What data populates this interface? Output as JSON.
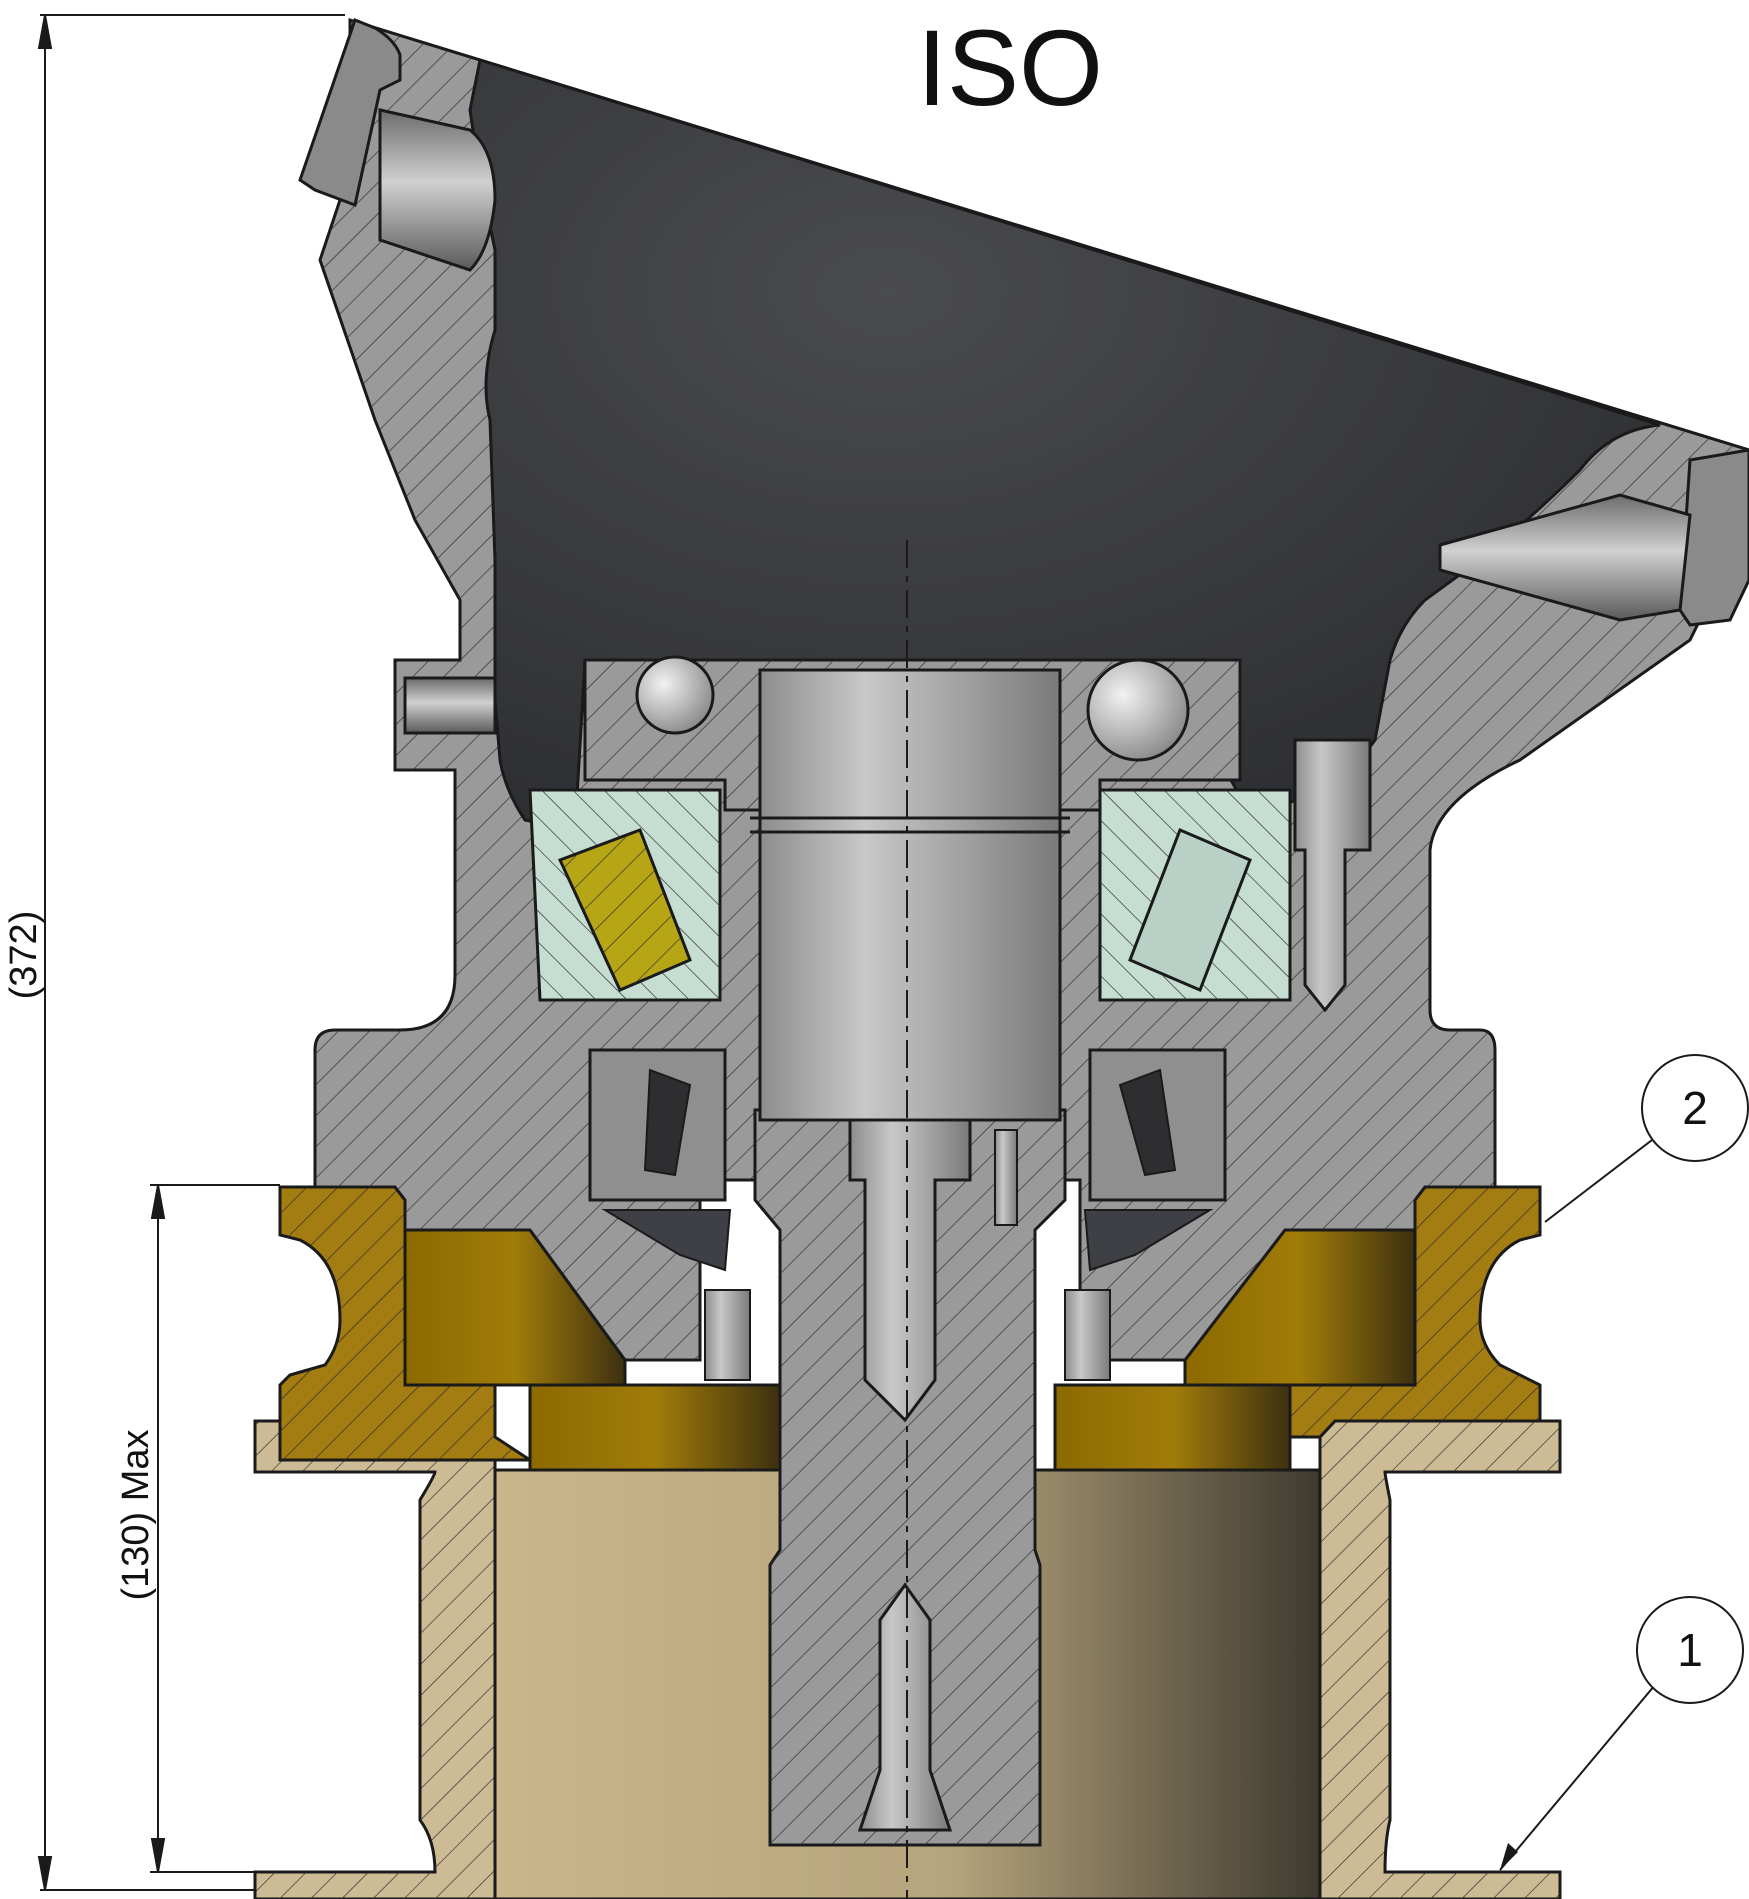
{
  "title": "ISO",
  "dimensions": {
    "overall_height": "(372)",
    "base_height": "(130) Max"
  },
  "balloons": {
    "item_1": "1",
    "item_2": "2"
  },
  "colors": {
    "housing_gray": "#9a9a9a",
    "dark_casting": "#3a3b3e",
    "bearing_green": "#c6ddd2",
    "roller_yellow": "#b6a515",
    "gold_ring": "#a37c12",
    "base_tan": "#cdbb95",
    "line": "#1a1a1a"
  }
}
